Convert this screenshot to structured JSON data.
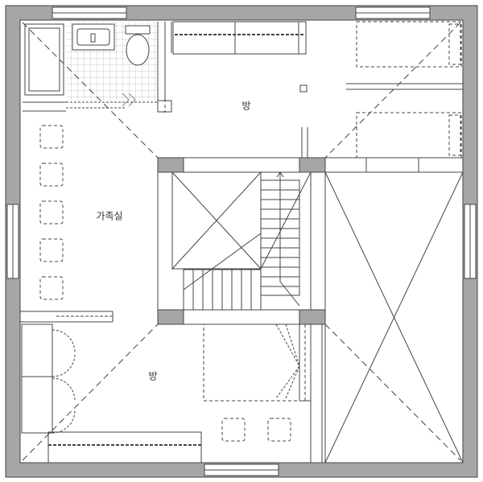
{
  "plan": {
    "colors": {
      "wall": "#a6a6a6",
      "line": "#444444",
      "tile": "#c8c8c8",
      "background": "#ffffff"
    },
    "rooms": [
      {
        "id": "room-upper",
        "label": "방"
      },
      {
        "id": "family-room",
        "label": "가족실"
      },
      {
        "id": "room-lower",
        "label": "방"
      }
    ]
  }
}
